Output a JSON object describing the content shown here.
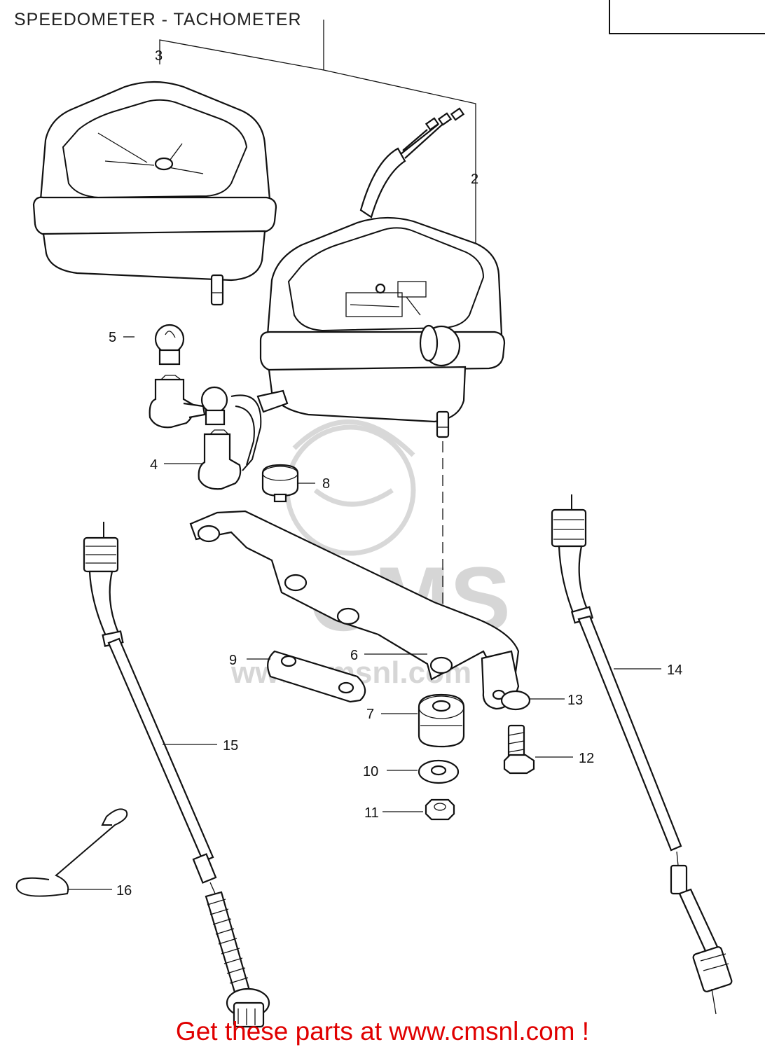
{
  "header": {
    "title": "SPEEDOMETER - TACHOMETER"
  },
  "footer": {
    "cta": "Get these parts at www.cmsnl.com !"
  },
  "watermark": {
    "text": "CMS",
    "url_text": "www.cmsnl.com"
  },
  "parts": [
    {
      "no": "2"
    },
    {
      "no": "3"
    },
    {
      "no": "4"
    },
    {
      "no": "5"
    },
    {
      "no": "6"
    },
    {
      "no": "7"
    },
    {
      "no": "8"
    },
    {
      "no": "9"
    },
    {
      "no": "10"
    },
    {
      "no": "11"
    },
    {
      "no": "12"
    },
    {
      "no": "13"
    },
    {
      "no": "14"
    },
    {
      "no": "15"
    },
    {
      "no": "16"
    }
  ],
  "colors": {
    "cta": "#e00000",
    "line": "#111111",
    "watermark": "#d6d6d6"
  }
}
